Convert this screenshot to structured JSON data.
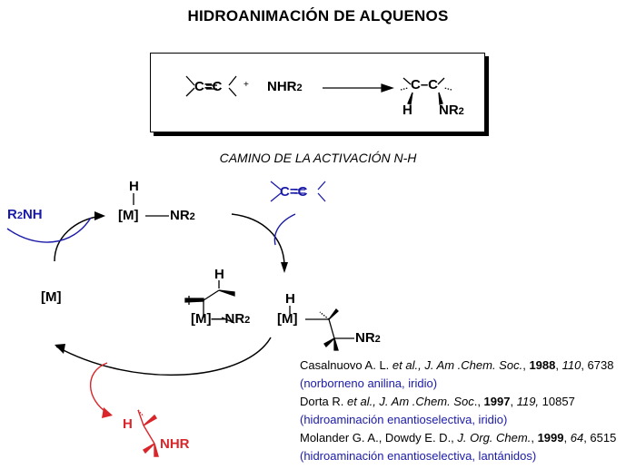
{
  "title": "HIDROANIMACIÓN DE ALQUENOS",
  "subtitle": "CAMINO DE LA ACTIVACIÓN N-H",
  "equation": {
    "alkene": "C=C",
    "plus": "+",
    "amine": "NHR2",
    "product_top": "C–C",
    "product_H": "H",
    "product_NR2": "NR2"
  },
  "cycle": {
    "reactant_amine": "R2NH",
    "catalyst": "[M]",
    "amido_complex": "[M]—NR2",
    "amido_H": "H",
    "alkene_reagent": "C=C",
    "insertion_H": "H",
    "insertion_M": "[M]—NR2",
    "alkyl_H": "H",
    "alkyl_M": "[M]",
    "alkyl_NR2": "NR2",
    "product_H": "H",
    "product_NHR": "NHR"
  },
  "references": [
    {
      "authors": "Casalnuovo A. L. ",
      "etal": "et al.,",
      "journal": " J. Am .Chem. Soc.",
      "sep": ", ",
      "year": "1988",
      "volume": "110",
      "pages": ", 6738",
      "note": "(norborneno anilina, iridio)"
    },
    {
      "authors": "Dorta R. ",
      "etal": "et al.,",
      "journal": " J. Am .Chem. Soc",
      "sep": "., ",
      "year": "1997",
      "volume": "119,",
      "pages": "  10857",
      "note": "(hidroaminación enantioselectiva, iridio)"
    },
    {
      "authors": "Molander G. A., Dowdy E. D., ",
      "etal": "",
      "journal": " J. Org. Chem.",
      "sep": ", ",
      "year": "1999",
      "volume": "64",
      "pages": ", 6515",
      "note": "(hidroaminación enantioselectiva, lantánidos)"
    }
  ],
  "colors": {
    "blue": "#1a1aa8",
    "red": "#d8262b",
    "black": "#000000"
  }
}
